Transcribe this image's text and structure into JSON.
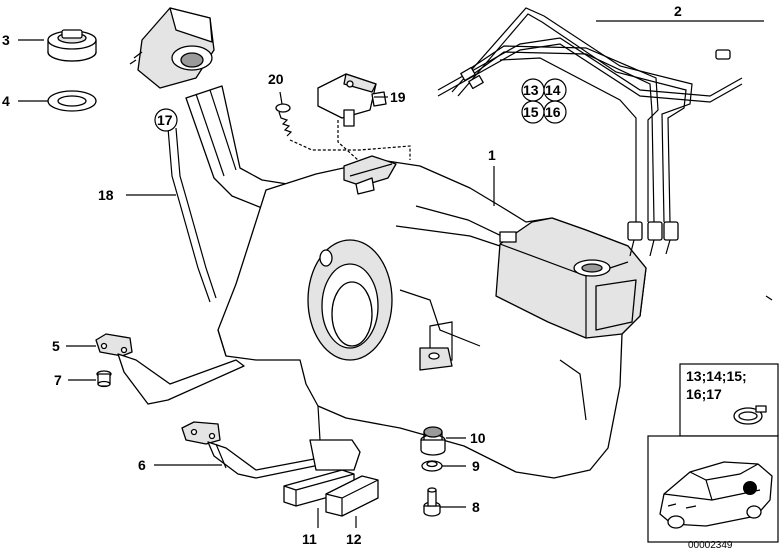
{
  "labels": {
    "p1": "1",
    "p2": "2",
    "p3": "3",
    "p4": "4",
    "p5": "5",
    "p6": "6",
    "p7": "7",
    "p8": "8",
    "p9": "9",
    "p10": "10",
    "p11": "11",
    "p12": "12",
    "p18": "18",
    "p19": "19",
    "p20": "20"
  },
  "circled": {
    "c17": "17",
    "c13": "13",
    "c14": "14",
    "c15": "15",
    "c16": "16"
  },
  "kit_box": {
    "line1": "13;14;15;",
    "line2": "16;17"
  },
  "reference_number": "00002349"
}
